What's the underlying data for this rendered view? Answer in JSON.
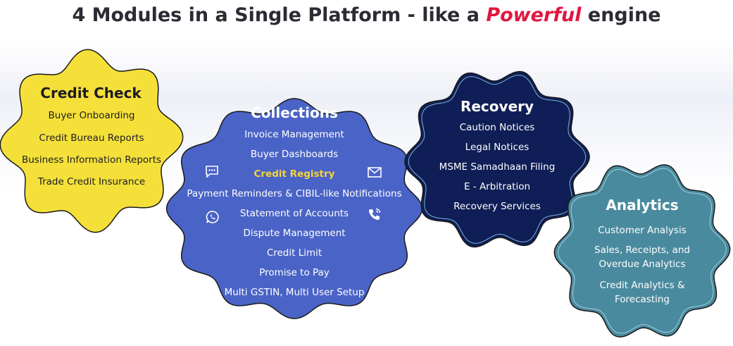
{
  "title": {
    "prefix": "4 Modules in a Single Platform - like a ",
    "emphasis": "Powerful",
    "suffix": " engine"
  },
  "modules": {
    "credit_check": {
      "heading": "Credit Check",
      "items": [
        "Buyer Onboarding",
        "Credit Bureau Reports",
        "Business Information Reports",
        "Trade Credit Insurance"
      ]
    },
    "collections": {
      "heading": "Collections",
      "items": [
        "Invoice Management",
        "Buyer Dashboards",
        "Credit Registry",
        "Payment Reminders & CIBIL-like Notifications",
        "Statement of Accounts",
        "Dispute Management",
        "Credit Limit",
        "Promise to Pay",
        "Multi GSTIN, Multi User Setup"
      ]
    },
    "recovery": {
      "heading": "Recovery",
      "items": [
        "Caution Notices",
        "Legal Notices",
        "MSME Samadhaan Filing",
        "E - Arbitration",
        "Recovery Services"
      ]
    },
    "analytics": {
      "heading": "Analytics",
      "items": [
        "Customer Analysis",
        "Sales, Receipts, and",
        "Overdue Analytics",
        "Credit Analytics &",
        "Forecasting"
      ]
    }
  },
  "icons": [
    "chat-bubble-icon",
    "envelope-icon",
    "whatsapp-icon",
    "phone-call-icon"
  ],
  "colors": {
    "credit_check": "#f5e03a",
    "collections": "#4a63c6",
    "recovery": "#0f1e56",
    "analytics": "#4a8a9e",
    "highlight": "#f5d437",
    "accent_red": "#e0173f"
  }
}
